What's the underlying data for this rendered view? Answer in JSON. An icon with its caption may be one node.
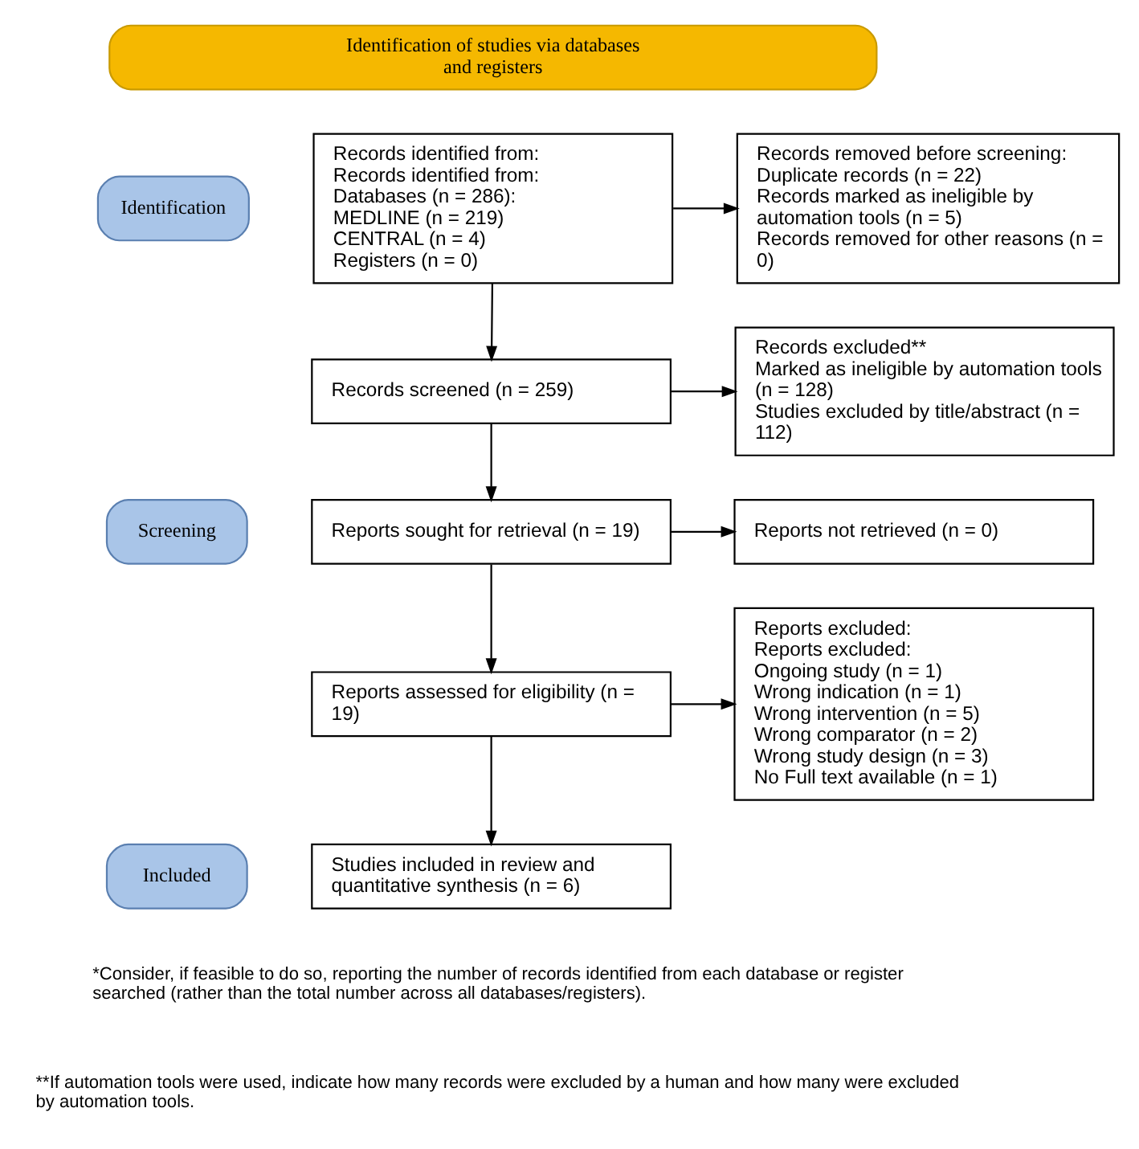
{
  "diagram": {
    "nodes": [
      {
        "text": [
          "Identification of studies via databases and registers"
        ]
      },
      {
        "text": [
          "Identification"
        ]
      },
      {
        "text": [
          "Screening"
        ]
      },
      {
        "text": [
          "Included"
        ]
      },
      {
        "text": [
          "Records identified from:",
          "Records identified from:",
          "Databases (n = 286):",
          "MEDLINE (n = 219)",
          "CENTRAL (n = 4)",
          "Registers (n = 0)"
        ]
      },
      {
        "text": [
          "Records removed before screening:",
          "Duplicate records (n = 22)",
          "Records marked as ineligible by automation tools (n = 5)",
          "Records removed for other reasons (n = 0)"
        ]
      },
      {
        "text": [
          "Records screened (n = 259)"
        ]
      },
      {
        "text": [
          "Records excluded**",
          "Marked as ineligible by automation tools (n = 128)",
          "Studies excluded by title/abstract (n = 112)"
        ]
      },
      {
        "text": [
          "Reports sought for retrieval (n = 19)"
        ]
      },
      {
        "text": [
          "Reports not retrieved (n = 0)"
        ]
      },
      {
        "text": [
          "Reports assessed for eligibility (n = 19)"
        ]
      },
      {
        "text": [
          "Reports excluded:",
          "Reports excluded:",
          "Ongoing study (n = 1)",
          "Wrong indication (n = 1)",
          "Wrong intervention (n = 5)",
          "Wrong comparator (n = 2)",
          "Wrong study design (n = 3)",
          "No Full text available (n = 1)"
        ]
      },
      {
        "text": [
          "Studies included in review and quantitative synthesis (n = 6)"
        ]
      }
    ],
    "edges": [
      {
        "from": 4,
        "to": 5,
        "arrow": "to"
      },
      {
        "from": 4,
        "to": 6,
        "arrow": "to"
      },
      {
        "from": 6,
        "to": 7,
        "arrow": "to"
      },
      {
        "from": 6,
        "to": 8,
        "arrow": "to"
      },
      {
        "from": 8,
        "to": 9,
        "arrow": "to"
      },
      {
        "from": 8,
        "to": 10,
        "arrow": "to"
      },
      {
        "from": 10,
        "to": 11,
        "arrow": "to"
      },
      {
        "from": 10,
        "to": 12,
        "arrow": "to"
      }
    ],
    "labels": [
      "*Consider, if feasible to do so, reporting the number of records identified from each database or register searched (rather than the total number across all databases/registers).",
      "**If automation tools were used, indicate how many records were excluded by a human and how many were excluded by automation tools."
    ]
  }
}
